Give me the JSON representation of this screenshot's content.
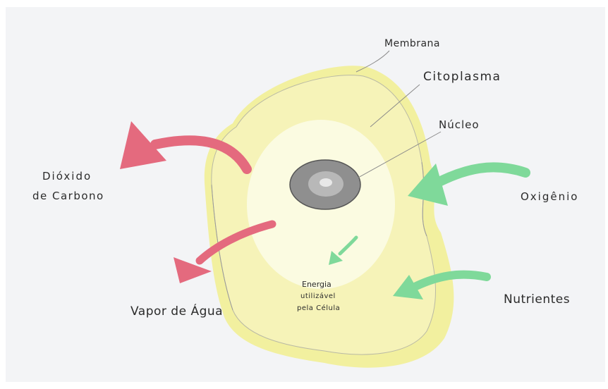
{
  "labels": {
    "membrana": "Membrana",
    "citoplasma": "Citoplasma",
    "nucleo": "Núcleo",
    "dioxido_line1": "Dióxido",
    "dioxido_line2": "de Carbono",
    "vapor": "Vapor de Água",
    "oxigenio": "Oxigênio",
    "nutrientes": "Nutrientes",
    "energia_line1": "Energia",
    "energia_line2": "utilizável",
    "energia_line3": "pela Célula"
  },
  "colors": {
    "paper": "#f3f4f6",
    "cytoplasm": "#f4f1a8",
    "cytoplasm_edge": "#eef08a",
    "membrane_outline": "#a8a8a8",
    "nucleus": "#8d8d8d",
    "output_arrow": "#e46a7e",
    "input_arrow": "#7fd99a",
    "text": "#2b2b2b"
  }
}
